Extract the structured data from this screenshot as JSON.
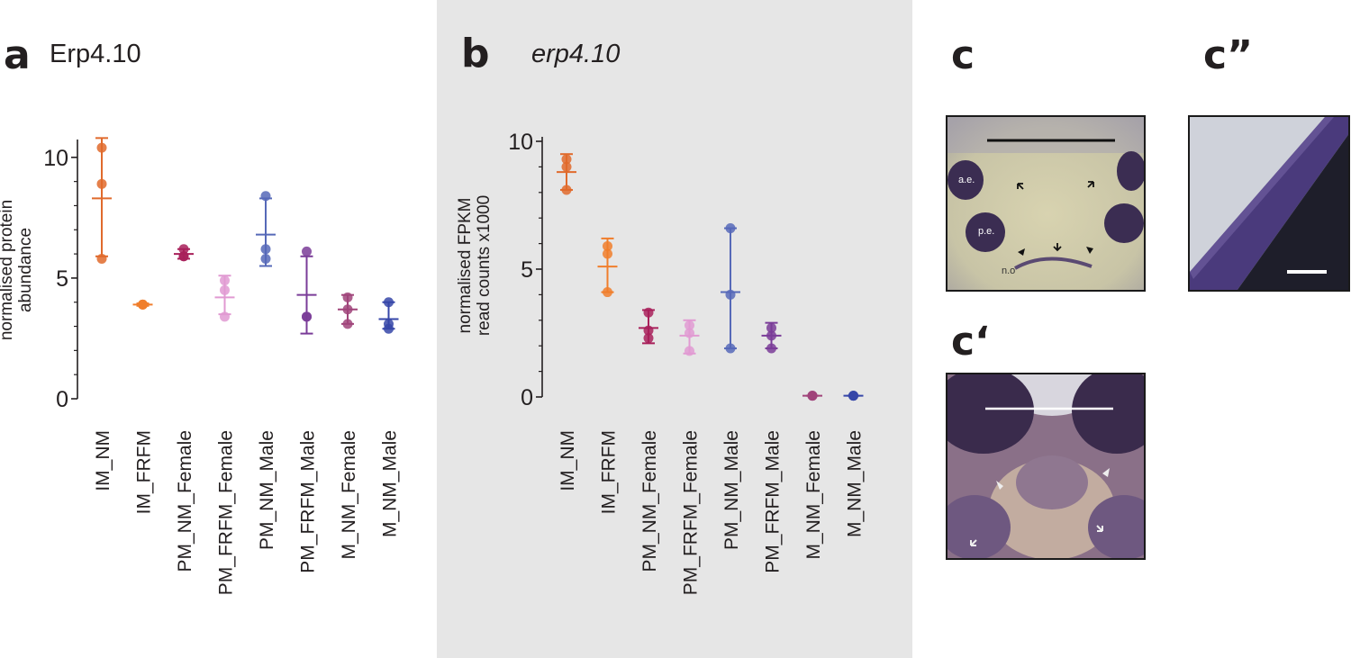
{
  "panels": {
    "a": {
      "letter": "a",
      "title": "Erp4.10"
    },
    "b": {
      "letter": "b",
      "title": "erp4.10"
    },
    "c": {
      "letter": "c"
    },
    "c1": {
      "letter": "c‘"
    },
    "c2": {
      "letter": "c”"
    }
  },
  "image_c": {
    "labels": [
      "a.e.",
      "p.e.",
      "n.o"
    ]
  },
  "chart_data": [
    {
      "type": "scatter",
      "panel": "a",
      "ylabel_lines": [
        "normalised protein",
        "abundance"
      ],
      "ylim": [
        0,
        11
      ],
      "yticks": [
        0,
        5,
        10
      ],
      "categories": [
        "IM_NM",
        "IM_FRFM",
        "PM_NM_Female",
        "PM_FRFM_Female",
        "PM_NM_Male",
        "PM_FRFM_Male",
        "M_NM_Female",
        "M_NM_Male"
      ],
      "groups": [
        {
          "points": [
            10.4,
            8.9,
            5.8
          ],
          "mean": 8.3,
          "upper": 10.8,
          "lower": 5.9,
          "color": "#e06a2c"
        },
        {
          "points": [
            3.9,
            3.9,
            3.9
          ],
          "mean": 3.9,
          "upper": 3.95,
          "lower": 3.85,
          "color": "#f07e2c"
        },
        {
          "points": [
            6.2,
            5.9,
            5.9
          ],
          "mean": 6.0,
          "upper": 6.2,
          "lower": 5.8,
          "color": "#a8205a"
        },
        {
          "points": [
            4.5,
            4.9,
            3.4
          ],
          "mean": 4.2,
          "upper": 5.1,
          "lower": 3.5,
          "color": "#e19ad2"
        },
        {
          "points": [
            8.4,
            6.2,
            5.8
          ],
          "mean": 6.8,
          "upper": 8.3,
          "lower": 5.5,
          "color": "#5669b8"
        },
        {
          "points": [
            6.1,
            3.4,
            3.4
          ],
          "mean": 4.3,
          "upper": 5.9,
          "lower": 2.7,
          "color": "#7a3c98"
        },
        {
          "points": [
            4.2,
            3.7,
            3.1
          ],
          "mean": 3.7,
          "upper": 4.3,
          "lower": 3.1,
          "color": "#a0447a"
        },
        {
          "points": [
            4.0,
            3.1,
            2.9
          ],
          "mean": 3.3,
          "upper": 4.0,
          "lower": 2.9,
          "color": "#3646a8"
        }
      ]
    },
    {
      "type": "scatter",
      "panel": "b",
      "ylabel_lines": [
        "normalised FPKM",
        "read counts x1000"
      ],
      "ylim": [
        0,
        10
      ],
      "yticks": [
        0,
        5,
        10
      ],
      "categories": [
        "IM_NM",
        "IM_FRFM",
        "PM_NM_Female",
        "PM_FRFM_Female",
        "PM_NM_Male",
        "PM_FRFM_Male",
        "M_NM_Female",
        "M_NM_Male"
      ],
      "groups": [
        {
          "points": [
            9.3,
            9.0,
            8.1
          ],
          "mean": 8.8,
          "upper": 9.5,
          "lower": 8.1,
          "color": "#e06a2c"
        },
        {
          "points": [
            5.9,
            5.6,
            4.1
          ],
          "mean": 5.1,
          "upper": 6.2,
          "lower": 4.1,
          "color": "#f07e2c"
        },
        {
          "points": [
            3.3,
            2.6,
            2.3
          ],
          "mean": 2.7,
          "upper": 3.4,
          "lower": 2.1,
          "color": "#a8205a"
        },
        {
          "points": [
            2.8,
            2.5,
            1.8
          ],
          "mean": 2.4,
          "upper": 3.0,
          "lower": 1.7,
          "color": "#e19ad2"
        },
        {
          "points": [
            6.6,
            4.0,
            1.9
          ],
          "mean": 4.1,
          "upper": 6.6,
          "lower": 1.9,
          "color": "#5669b8"
        },
        {
          "points": [
            2.7,
            2.4,
            1.9
          ],
          "mean": 2.4,
          "upper": 2.9,
          "lower": 1.9,
          "color": "#7a3c98"
        },
        {
          "points": [
            0.05,
            0.05,
            0.05
          ],
          "mean": 0.05,
          "upper": 0.05,
          "lower": 0.05,
          "color": "#a0447a"
        },
        {
          "points": [
            0.05,
            0.05,
            0.05
          ],
          "mean": 0.05,
          "upper": 0.05,
          "lower": 0.05,
          "color": "#3646a8"
        }
      ]
    }
  ]
}
